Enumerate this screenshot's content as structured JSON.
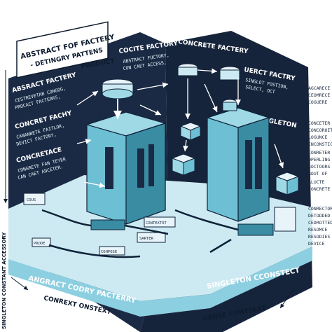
{
  "title_box": {
    "line1": "ABSTRACT FOF FACTERY",
    "line2": "- DETINGRY PATTENS"
  },
  "labels": {
    "product": "PRODUCT",
    "concite_factory": "COCITE FACTORY",
    "concite_sub1": "ABSTRACT FUCTORY,",
    "concite_sub2": "CON CAET ACCESS,",
    "concrete_factory_top": "CONCRETE FACTERY",
    "abstract_factory_left": "ABSRACT FACTERY",
    "abstract_left_sub1": "CESTREVETAB CONGOG,",
    "abstract_left_sub2": "PROCACT FACTERRS,",
    "concret_fachy": "CONCRET FACHY",
    "concret_fachy_sub1": "CANANBETE FAITLOR,",
    "concret_fachy_sub2": "DEVICT FACTORY,",
    "concretace": "CONCRETACE",
    "concretace_sub1": "CONGRETE FAN TEYER",
    "concretace_sub2": "CAN CAET ADCETER.",
    "uerct_factry": "UERCT FACTRY",
    "uerct_sub1": "SINGLOT FOSTION,",
    "uerct_sub2": "SELECT, OCT",
    "singleton": "SINGLETON",
    "right_col_1": "AGCARECE",
    "right_col_2": "CEOMRECE",
    "right_col_3": "COGUERE",
    "right_col_4": "CONCETER",
    "right_col_5": "CONCOROET",
    "right_col_6": "LOGUNCE",
    "right_col_7": "INCONSTICT",
    "right_col_8": "CONRETER",
    "right_col_9": "OPERLING",
    "right_col_10": "SOCTOORS",
    "right_col_11": "ROUT OF",
    "right_col_12": "ALUCTE",
    "right_col_13": "CONCRETE",
    "right_col_14": "CONRECTOR",
    "right_col_15": "DETODDED",
    "right_col_16": "CEDROTTED",
    "right_col_17": "RESOMCE",
    "right_col_18": "RESODIES",
    "right_col_19": "DEVICE",
    "left_vertical": "SINGLETON CONSTANT ACCESSORY",
    "anbract_cody": "ANGRACT CODRY PACTERRY",
    "singleton_constect": "SINGLETON CCONSTECT",
    "context_onstext": "CONREXT ONSTEXT",
    "usnge_context": "USNGE CONTSEXT",
    "box_lab1": "COUS",
    "box_lab2": "SARTER",
    "box_lab3": "PRODE",
    "box_lab4": "CONTEXTOT",
    "box_lab5": "COHPOSE"
  },
  "colors": {
    "background": "#ffffff",
    "panel_dark": "#1b2a44",
    "panel_accent": "#0d1b2e",
    "machine_light": "#9fd9e6",
    "machine_mid": "#6dbfd3",
    "machine_dark": "#3a8ca3",
    "platform_light": "#cdeaf2",
    "connector": "#0f2238"
  },
  "icons": [
    "cylinder-icon",
    "arrow-icon",
    "box-icon",
    "tower-icon"
  ]
}
